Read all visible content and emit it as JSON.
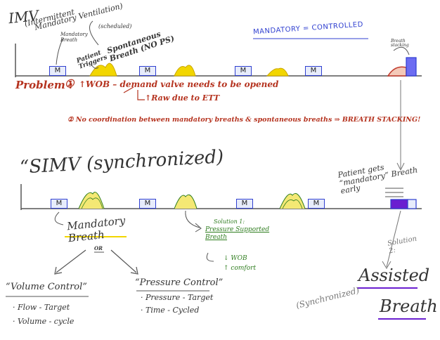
{
  "imv": {
    "title": "IMV",
    "subtitle_line1": "(Intermittent",
    "subtitle_line2": "Mandatory Ventilation)",
    "label_scheduled": "(scheduled)",
    "label_mandatory_breath": "Mandatory\nBreath",
    "label_patient_triggers": "Patient\nTriggers",
    "label_spontaneous": "Spontaneous\nBreath (NO PS)",
    "mandatory_equals": "MANDATORY = CONTROLLED",
    "label_breath_stacking": "Breath\nstacking",
    "box_label": "M"
  },
  "problem": {
    "heading": "Problem :",
    "num1": "①",
    "item1": "↑WOB – demand valve needs to be opened",
    "item1b": "↑Raw due to ETT",
    "item2": "② No coordination between mandatory breaths & spontaneous breaths ⇒ BREATH STACKING!"
  },
  "simv": {
    "title": "“SIMV (synchronized)",
    "label_patient_gets": "Patient gets\n“mandatory” Breath\nearly",
    "box_label": "M",
    "label_mandatory_breath": "Mandatory\nBreath",
    "or": "OR",
    "solution1_title": "Solution 1:",
    "solution1_body": "Pressure Supported\nBreath",
    "solution1_wob": "↓ WOB",
    "solution1_comfort": "↑ comfort",
    "solution2": "Solution\n2:",
    "volume_control": "“Volume Control”",
    "volume_item1": "· Flow - Target",
    "volume_item2": "· Volume - cycle",
    "pressure_control": "“Pressure Control”",
    "pressure_item1": "· Pressure - Target",
    "pressure_item2": "· Time - Cycled",
    "synchronized": "(Synchronized)",
    "assisted": "Assisted",
    "breath": "Breath"
  },
  "colors": {
    "ink": "#333333",
    "red": "#b5331f",
    "blue": "#2f3fd0",
    "green": "#2f7d1f",
    "yellow": "#f2d600",
    "purple": "#6a1fd0"
  }
}
